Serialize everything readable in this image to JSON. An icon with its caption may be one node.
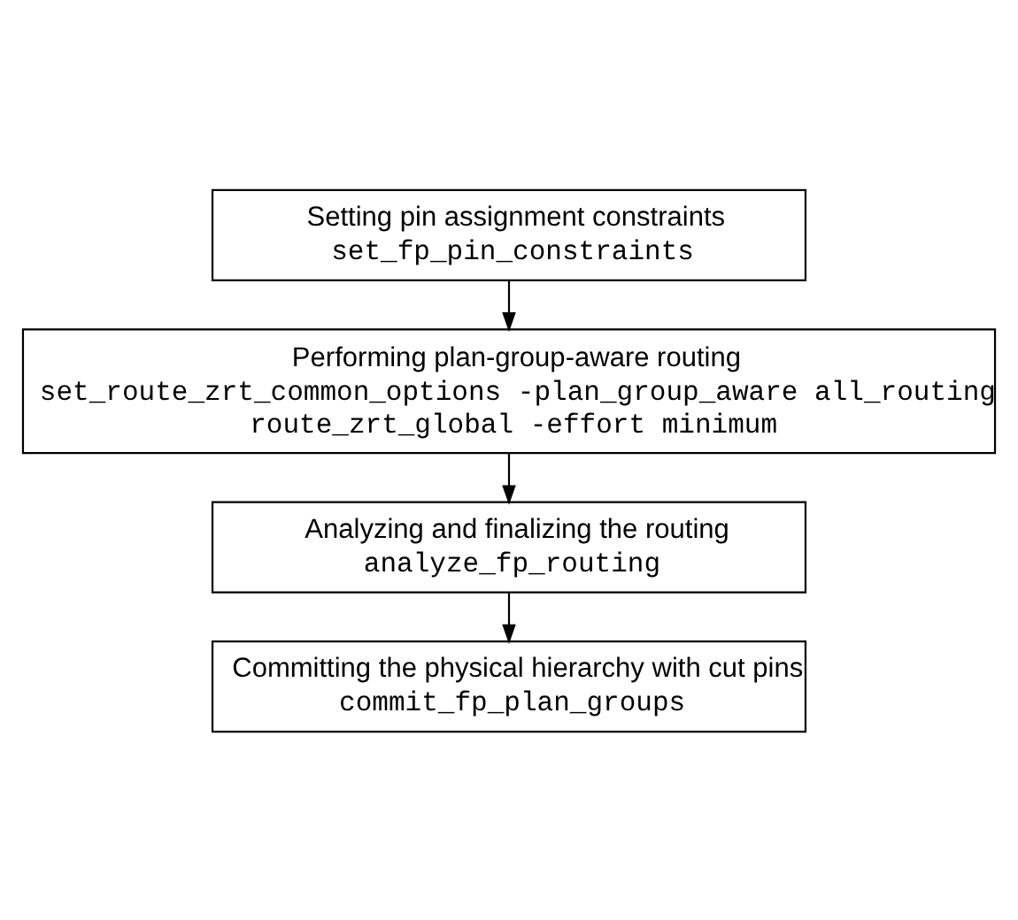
{
  "diagram": {
    "nodes": [
      {
        "text": [
          "Setting pin assignment constraints",
          "set_fp_pin_constraints"
        ]
      },
      {
        "text": [
          "Performing plan-group-aware routing",
          "set_route_zrt_common_options -plan_group_aware all_routing",
          "route_zrt_global -effort minimum"
        ]
      },
      {
        "text": [
          "Analyzing and finalizing the routing",
          "analyze_fp_routing"
        ]
      },
      {
        "text": [
          "Committing the physical hierarchy with cut pins",
          "commit_fp_plan_groups"
        ]
      }
    ],
    "edges": [
      {
        "from": 0,
        "to": 1,
        "arrow": "to"
      },
      {
        "from": 1,
        "to": 2,
        "arrow": "to"
      },
      {
        "from": 2,
        "to": 3,
        "arrow": "to"
      }
    ]
  }
}
